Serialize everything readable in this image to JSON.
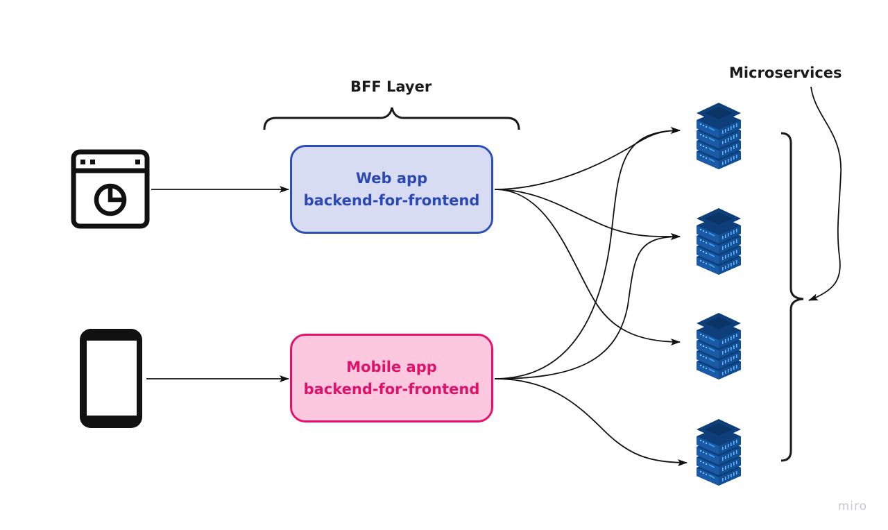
{
  "diagram": {
    "header_label": "BFF Layer",
    "services_label": "Microservices",
    "watermark": "miro",
    "clients": [
      {
        "id": "web-client",
        "icon": "browser-chart-icon"
      },
      {
        "id": "mobile-client",
        "icon": "mobile-phone-icon"
      }
    ],
    "bff_nodes": [
      {
        "id": "web-bff",
        "line1": "Web app",
        "line2": "backend-for-frontend",
        "fill": "#d8dcf2",
        "border": "#2b4fb8",
        "text_color": "#2b48b3"
      },
      {
        "id": "mobile-bff",
        "line1": "Mobile app",
        "line2": "backend-for-frontend",
        "fill": "#fcc8e0",
        "border": "#e8106a",
        "text_color": "#e1116a"
      }
    ],
    "services": [
      {
        "id": "service-1",
        "icon": "server-stack-icon"
      },
      {
        "id": "service-2",
        "icon": "server-stack-icon"
      },
      {
        "id": "service-3",
        "icon": "server-stack-icon"
      },
      {
        "id": "service-4",
        "icon": "server-stack-icon"
      }
    ],
    "edges": [
      {
        "from": "web-client",
        "to": "web-bff"
      },
      {
        "from": "mobile-client",
        "to": "mobile-bff"
      },
      {
        "from": "web-bff",
        "to": "service-1"
      },
      {
        "from": "web-bff",
        "to": "service-2"
      },
      {
        "from": "web-bff",
        "to": "service-3"
      },
      {
        "from": "mobile-bff",
        "to": "service-1"
      },
      {
        "from": "mobile-bff",
        "to": "service-2"
      },
      {
        "from": "mobile-bff",
        "to": "service-4"
      }
    ],
    "colors": {
      "server_dark": "#0e3f7a",
      "server_mid": "#1a5aa6",
      "server_light": "#3da0f0",
      "line": "#111111"
    }
  }
}
